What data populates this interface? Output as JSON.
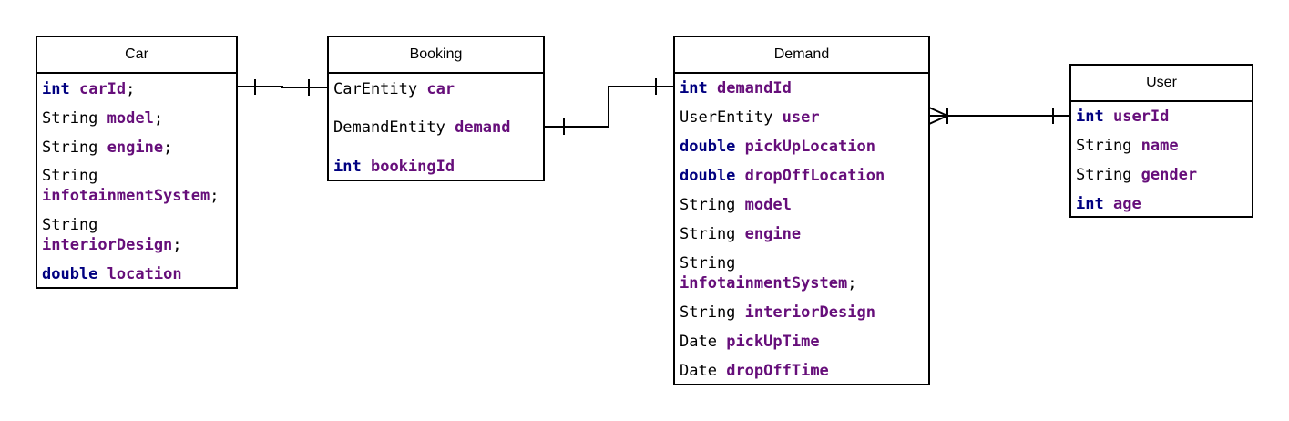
{
  "entities": {
    "car": {
      "title": "Car",
      "fields": [
        {
          "type": "int",
          "name": "carId",
          "suffix": ";"
        },
        {
          "type": "String",
          "name": "model",
          "suffix": ";"
        },
        {
          "type": "String",
          "name": "engine",
          "suffix": ";"
        },
        {
          "type": "String",
          "name": "infotainmentSystem",
          "suffix": ";"
        },
        {
          "type": "String",
          "name": "interiorDesign",
          "suffix": ";"
        },
        {
          "type": "double",
          "name": "location",
          "suffix": ""
        }
      ]
    },
    "booking": {
      "title": "Booking",
      "fields": [
        {
          "type": "CarEntity",
          "name": "car",
          "suffix": ""
        },
        {
          "type": "DemandEntity",
          "name": "demand",
          "suffix": ""
        },
        {
          "type": "int",
          "name": "bookingId",
          "suffix": ""
        }
      ]
    },
    "demand": {
      "title": "Demand",
      "fields": [
        {
          "type": "int",
          "name": "demandId",
          "suffix": ""
        },
        {
          "type": "UserEntity",
          "name": "user",
          "suffix": ""
        },
        {
          "type": "double",
          "name": "pickUpLocation",
          "suffix": ""
        },
        {
          "type": "double",
          "name": "dropOffLocation",
          "suffix": ""
        },
        {
          "type": "String",
          "name": "model",
          "suffix": ""
        },
        {
          "type": "String",
          "name": "engine",
          "suffix": ""
        },
        {
          "type": "String",
          "name": "infotainmentSystem",
          "suffix": ";"
        },
        {
          "type": "String",
          "name": "interiorDesign",
          "suffix": ""
        },
        {
          "type": "Date",
          "name": "pickUpTime",
          "suffix": ""
        },
        {
          "type": "Date",
          "name": "dropOffTime",
          "suffix": ""
        }
      ]
    },
    "user": {
      "title": "User",
      "fields": [
        {
          "type": "int",
          "name": "userId",
          "suffix": ""
        },
        {
          "type": "String",
          "name": "name",
          "suffix": ""
        },
        {
          "type": "String",
          "name": "gender",
          "suffix": ""
        },
        {
          "type": "int",
          "name": "age",
          "suffix": ""
        }
      ]
    }
  },
  "relationships": [
    {
      "from": "car",
      "to": "booking",
      "from_cardinality": "one",
      "to_cardinality": "one"
    },
    {
      "from": "booking",
      "to": "demand",
      "from_cardinality": "one",
      "to_cardinality": "one"
    },
    {
      "from": "demand",
      "to": "user",
      "from_cardinality": "many",
      "to_cardinality": "one"
    }
  ],
  "colors": {
    "keyword": "#000080",
    "field_name": "#660e7a",
    "type": "#000000",
    "border": "#000000"
  }
}
